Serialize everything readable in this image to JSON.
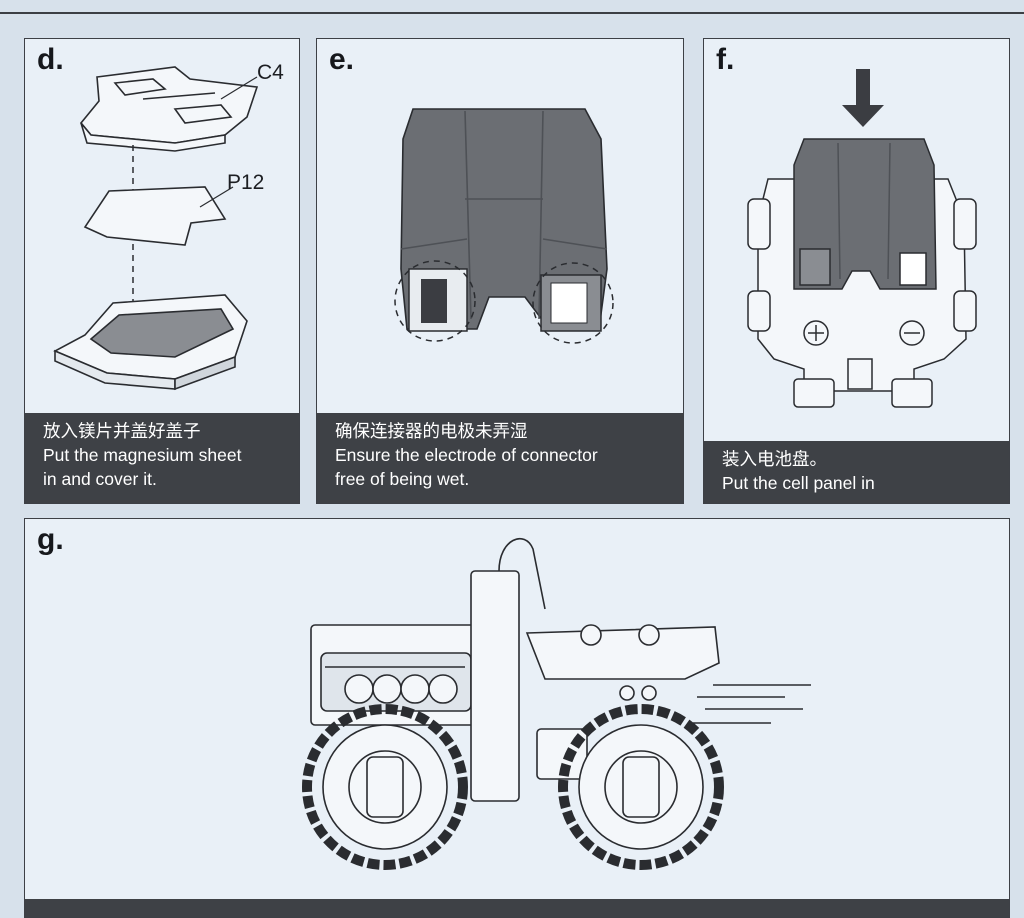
{
  "colors": {
    "page": "#d7e1eb",
    "panel": "#e9f0f7",
    "caption_bg": "#3e4146",
    "caption_text": "#ffffff",
    "part_dark": "#6b6e73",
    "line": "#2a2c30"
  },
  "panels": [
    {
      "letter": "d.",
      "labels": [
        "C4",
        "P12"
      ],
      "caption_zh": "放入镁片并盖好盖子",
      "caption_en": [
        "Put the magnesium sheet",
        "in and cover it."
      ]
    },
    {
      "letter": "e.",
      "caption_zh": "确保连接器的电极未弄湿",
      "caption_en": [
        "Ensure the electrode of connector",
        "free of being wet."
      ]
    },
    {
      "letter": "f.",
      "caption_zh": "装入电池盘。",
      "caption_en": [
        "Put the cell panel in"
      ]
    },
    {
      "letter": "g."
    }
  ],
  "icons": [
    "down-arrow-icon",
    "dashed-circle-icon",
    "screw-icon"
  ]
}
